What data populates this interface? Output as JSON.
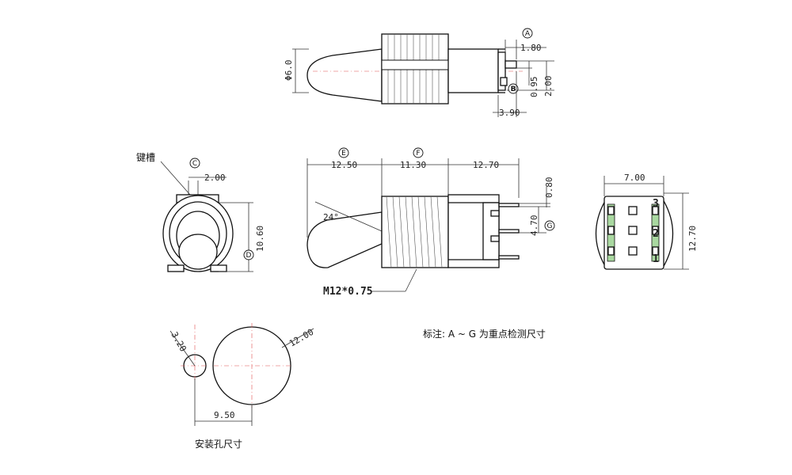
{
  "top_view": {
    "dims": {
      "a": "1.80",
      "b": "0.95",
      "c": "2.00",
      "d": "3.90",
      "dia": "Φ6.0"
    },
    "markers": {
      "a": "A",
      "b": "B"
    }
  },
  "left_view": {
    "label": "键槽",
    "dims": {
      "a": "2.00",
      "b": "10.60"
    },
    "markers": {
      "c": "C",
      "d": "D"
    }
  },
  "side_view": {
    "dims": {
      "e": "12.50",
      "f": "11.30",
      "g": "12.70",
      "h": "0.80",
      "i": "4.70",
      "angle": "24°"
    },
    "markers": {
      "e": "E",
      "f": "F",
      "g": "G"
    },
    "thread": "M12*0.75"
  },
  "end_view": {
    "dims": {
      "w": "7.00",
      "h": "12.70"
    },
    "pins": [
      "3",
      "2",
      "1"
    ]
  },
  "mount": {
    "dims": {
      "small": "3.20",
      "large": "12.00",
      "spacing": "9.50"
    },
    "title": "安装孔尺寸"
  },
  "note": "标注: A ~ G 为重点检测尺寸"
}
